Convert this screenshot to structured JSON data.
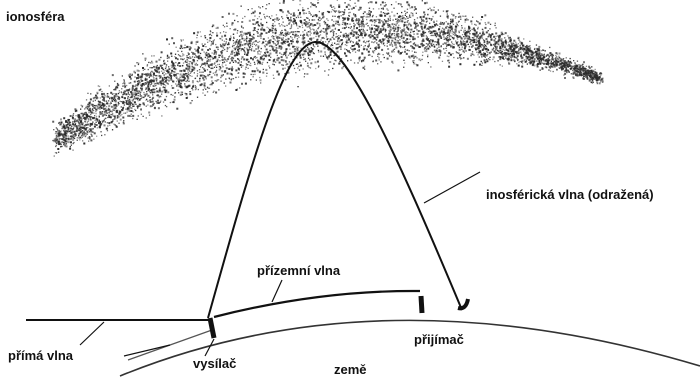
{
  "diagram": {
    "labels": {
      "ionosphere": "ionosféra",
      "sky_wave": "inosférická vlna (odražená)",
      "ground_wave": "přízemní vlna",
      "direct_wave": "přímá vlna",
      "transmitter": "vysílač",
      "receiver": "přijímač",
      "earth": "země"
    },
    "colors": {
      "background": "#ffffff",
      "ink": "#111111",
      "ionosphere_speckle": "#2a2a2a"
    }
  }
}
